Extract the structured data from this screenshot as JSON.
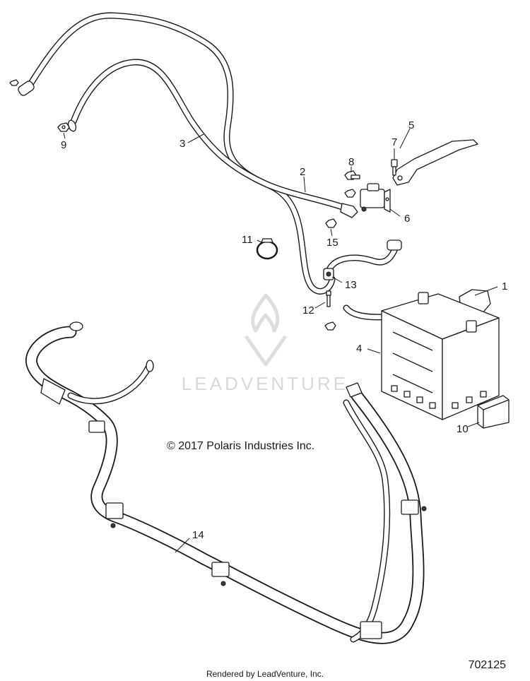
{
  "watermark": {
    "text": "LEADVENTURE"
  },
  "copyright": "© 2017 Polaris Industries Inc.",
  "footer": "Rendered by LeadVenture, Inc.",
  "diagram_number": "702125",
  "callouts": {
    "c1": "1",
    "c2": "2",
    "c3": "3",
    "c4": "4",
    "c5": "5",
    "c6": "6",
    "c7": "7",
    "c8": "8",
    "c9": "9",
    "c10": "10",
    "c11": "11",
    "c12": "12",
    "c13": "13",
    "c14": "14",
    "c15": "15"
  }
}
